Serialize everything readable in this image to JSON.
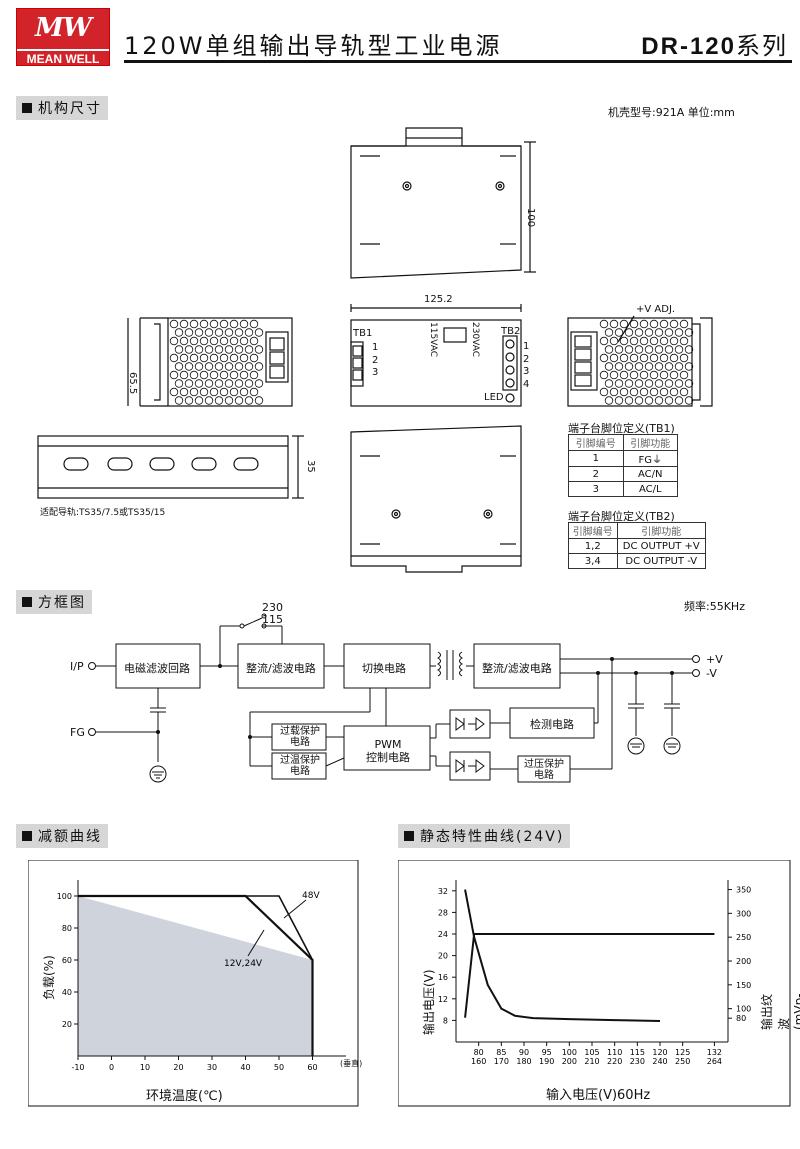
{
  "header": {
    "logo_text": "MW",
    "logo_brand": "MEAN WELL",
    "title": "120W单组输出导轨型工业电源",
    "model": "DR-120",
    "model_suffix": "系列"
  },
  "mechanical": {
    "section_title": "机构尺寸",
    "case_note": "机壳型号:921A 单位:mm",
    "dim_height": "100",
    "dim_width": "125.2",
    "dim_depth": "65.5",
    "dim_rail": "35",
    "rail_note": "适配导轨:TS35/7.5或TS35/15",
    "tb1_label": "TB1",
    "tb2_label": "TB2",
    "tb1_pins": [
      "1",
      "2",
      "3"
    ],
    "tb2_pins": [
      "1",
      "2",
      "3",
      "4"
    ],
    "switch_115": "115VAC",
    "switch_230": "230VAC",
    "led_label": "LED",
    "vadj_label": "+V ADJ."
  },
  "tb1_table": {
    "title": "端子台脚位定义(TB1)",
    "headers": [
      "引脚编号",
      "引脚功能"
    ],
    "rows": [
      [
        "1",
        "FG⏚"
      ],
      [
        "2",
        "AC/N"
      ],
      [
        "3",
        "AC/L"
      ]
    ]
  },
  "tb2_table": {
    "title": "端子台脚位定义(TB2)",
    "headers": [
      "引脚编号",
      "引脚功能"
    ],
    "rows": [
      [
        "1,2",
        "DC OUTPUT +V"
      ],
      [
        "3,4",
        "DC OUTPUT -V"
      ]
    ]
  },
  "block": {
    "section_title": "方框图",
    "freq": "频率:55KHz",
    "emi": "电磁滤波回路",
    "rect1": "整流/滤波电路",
    "switching": "切换电路",
    "rect2": "整流/滤波电路",
    "detect": "检测电路",
    "olp_1": "过载保护",
    "olp_2": "电路",
    "otp_1": "过温保护",
    "otp_2": "电路",
    "pwm_1": "PWM",
    "pwm_2": "控制电路",
    "ovp_1": "过压保护",
    "ovp_2": "电路",
    "ip": "I/P",
    "fg": "FG",
    "sw_230": "230",
    "sw_115": "115",
    "vplus": "+V",
    "vminus": "-V"
  },
  "derating": {
    "section_title": "减额曲线",
    "ylabel": "负载(%)",
    "xlabel": "环境温度(℃)",
    "x_unit": "(垂直)",
    "label_48v": "48V",
    "label_12v24v": "12V,24V"
  },
  "static": {
    "section_title": "静态特性曲线(24V)",
    "ylabel_left": "输出电压(V)",
    "ylabel_right": "输出纹波(mVp-p)",
    "xlabel": "输入电压(V)60Hz"
  },
  "chart_data": [
    {
      "type": "area",
      "title": "减额曲线",
      "xlabel": "环境温度(℃)",
      "ylabel": "负载(%)",
      "xlim": [
        -10,
        70
      ],
      "ylim": [
        0,
        110
      ],
      "x_ticks": [
        -10,
        0,
        10,
        20,
        30,
        40,
        50,
        60
      ],
      "y_ticks": [
        20,
        40,
        60,
        80,
        100
      ],
      "series": [
        {
          "name": "12V,24V",
          "x": [
            -10,
            40,
            60,
            60
          ],
          "y": [
            100,
            100,
            60,
            0
          ]
        },
        {
          "name": "48V",
          "x": [
            -10,
            50,
            60,
            60
          ],
          "y": [
            100,
            100,
            60,
            0
          ]
        }
      ]
    },
    {
      "type": "line",
      "title": "静态特性曲线(24V)",
      "xlabel": "输入电压(V)60Hz",
      "ylabel": "输出电压(V)",
      "ylabel_right": "输出纹波(mVp-p)",
      "x_ticks_top": [
        "80",
        "85",
        "90",
        "95",
        "100",
        "105",
        "110",
        "115",
        "120",
        "125",
        "132"
      ],
      "x_ticks_bottom": [
        "160",
        "170",
        "180",
        "190",
        "200",
        "210",
        "220",
        "230",
        "240",
        "250",
        "264"
      ],
      "x_tick_values": [
        80,
        85,
        90,
        95,
        100,
        105,
        110,
        115,
        120,
        125,
        132
      ],
      "xlim": [
        75,
        135
      ],
      "y_ticks_left": [
        8,
        12,
        16,
        20,
        24,
        28,
        32
      ],
      "ylim_left": [
        4,
        34
      ],
      "y_ticks_right": [
        80,
        100,
        150,
        200,
        250,
        300,
        350
      ],
      "ylim_right": [
        30,
        370
      ],
      "series": [
        {
          "name": "输出电压(V)",
          "axis": "left",
          "x": [
            77,
            79,
            132
          ],
          "y": [
            8.5,
            24,
            24
          ]
        },
        {
          "name": "输出纹波(mVp-p)",
          "axis": "right",
          "x": [
            77,
            79,
            82,
            85,
            88,
            92,
            100,
            110,
            120
          ],
          "y": [
            350,
            250,
            150,
            100,
            85,
            80,
            78,
            76,
            74
          ]
        }
      ]
    }
  ]
}
